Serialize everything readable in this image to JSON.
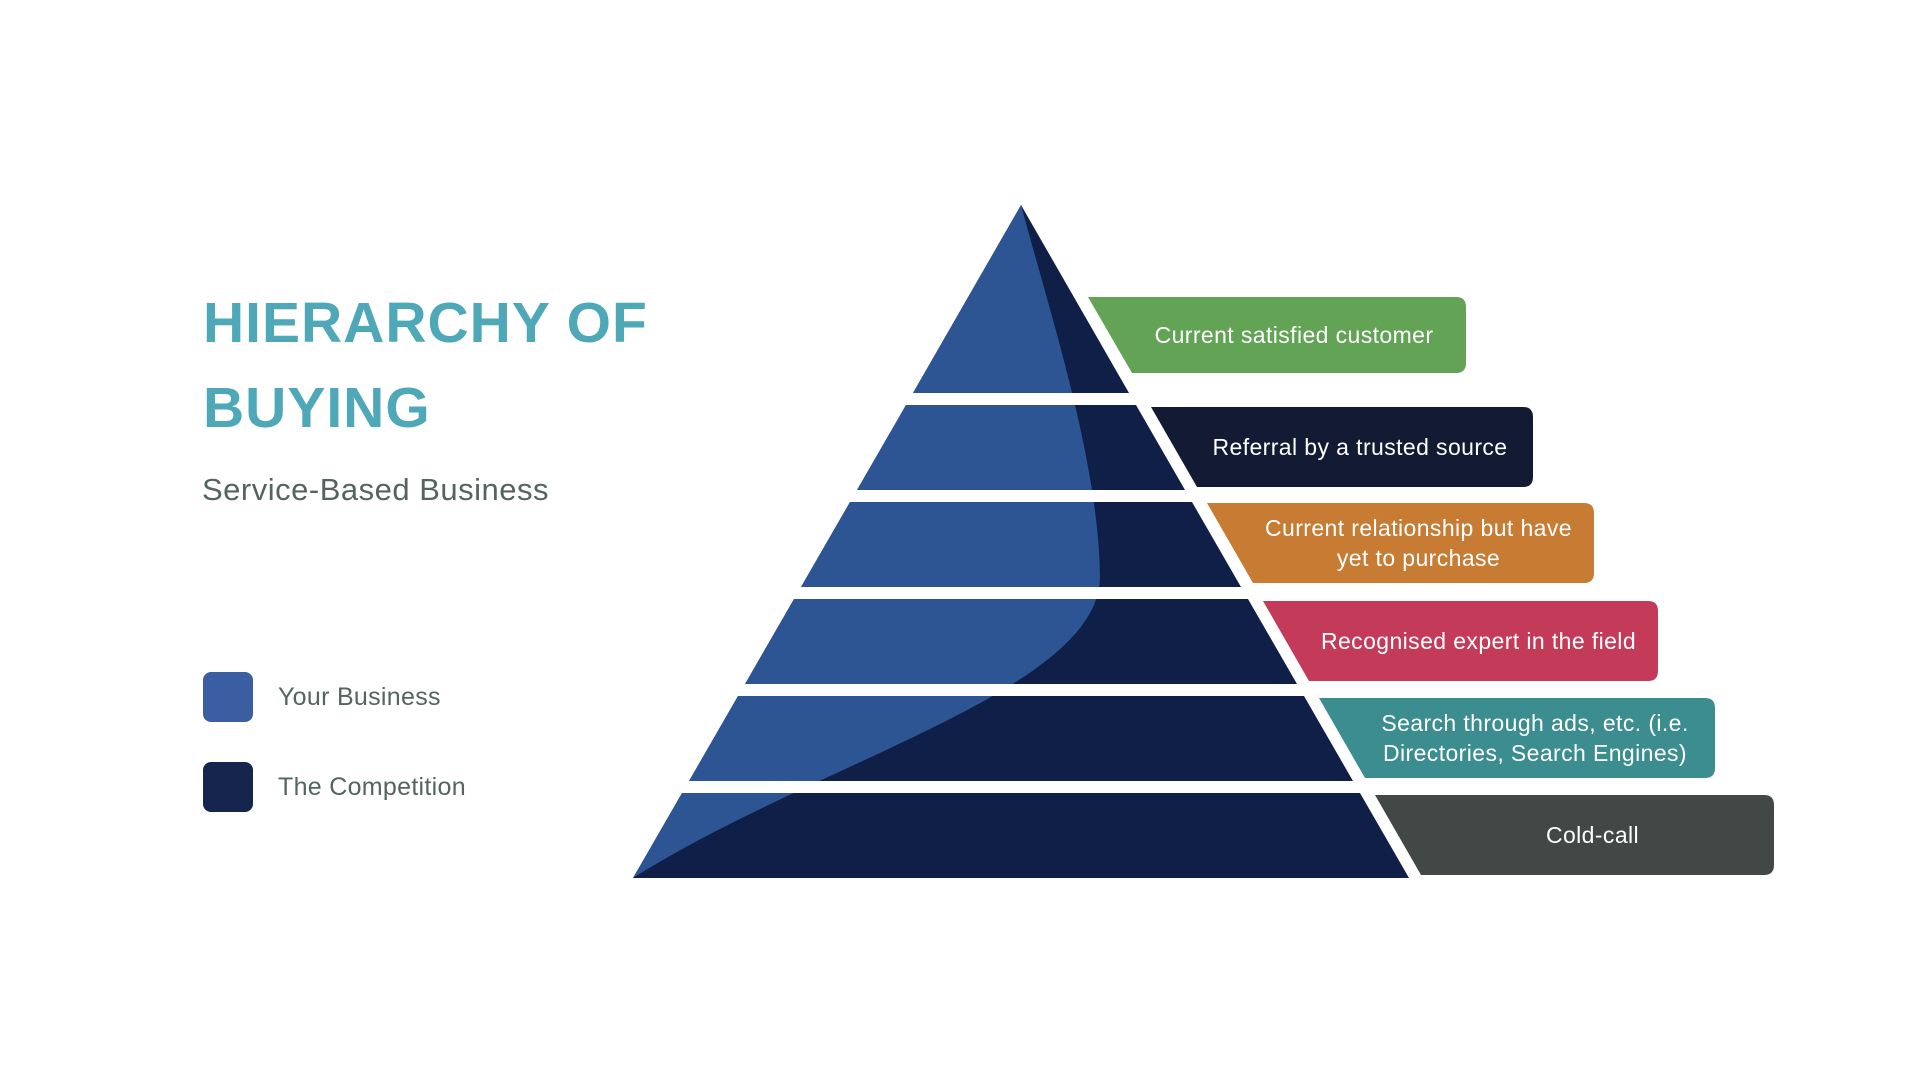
{
  "title": {
    "line1": "HIERARCHY OF",
    "line2": "BUYING"
  },
  "title_color": "#4FA8B8",
  "subtitle": "Service-Based Business",
  "text_color": "#54645F",
  "legend": {
    "items": [
      {
        "label": "Your Business",
        "color": "#3A5EA1"
      },
      {
        "label": "The Competition",
        "color": "#16254E"
      }
    ]
  },
  "pyramid": {
    "your_business_color": "#2D5493",
    "competition_color": "#0F1F48",
    "levels_count": 6
  },
  "levels": [
    {
      "label": "Current satisfied customer",
      "color": "#62A355"
    },
    {
      "label": "Referral by a trusted source",
      "color": "#121B33"
    },
    {
      "label": "Current relationship but have yet to purchase",
      "color": "#C77B33"
    },
    {
      "label": "Recognised expert in the field",
      "color": "#C43A59"
    },
    {
      "label": "Search through ads, etc. (i.e. Directories, Search Engines)",
      "color": "#3B8D90"
    },
    {
      "label": "Cold-call",
      "color": "#414845"
    }
  ]
}
